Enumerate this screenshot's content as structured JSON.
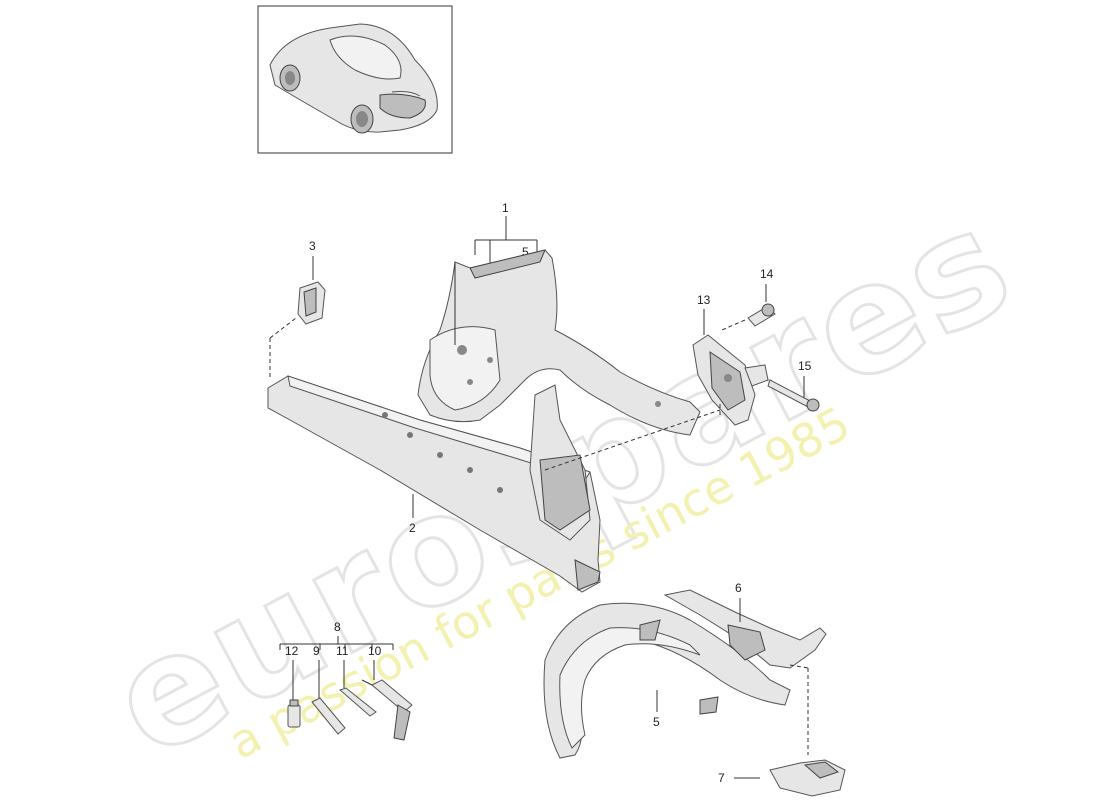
{
  "watermark": {
    "brand": "eurospares",
    "tagline": "a passion for parts since 1985",
    "brand_color": "#e9e9e9",
    "tagline_color": "#f4f3b8"
  },
  "thumbnail": {
    "icon": "car-thumbnail-icon",
    "frame_color": "#333333"
  },
  "callouts": {
    "c1": "1",
    "c2": "2",
    "c3": "3",
    "c5a": "5",
    "c5b": "5",
    "c6": "6",
    "c7": "7",
    "c8": "8",
    "c9": "9",
    "c10": "10",
    "c11": "11",
    "c12": "12",
    "c13": "13",
    "c14": "14",
    "c15": "15"
  },
  "part_icons": [
    "rear-quarter-panel-icon",
    "side-sill-icon",
    "bracket-icon",
    "wheel-housing-icon",
    "wheel-arch-panel-icon",
    "cover-plate-icon",
    "sealant-tube-icon",
    "caulking-gun-icon",
    "nozzle-icon",
    "bottle-icon",
    "mounting-bracket-icon",
    "bolt-icon",
    "screw-icon"
  ]
}
